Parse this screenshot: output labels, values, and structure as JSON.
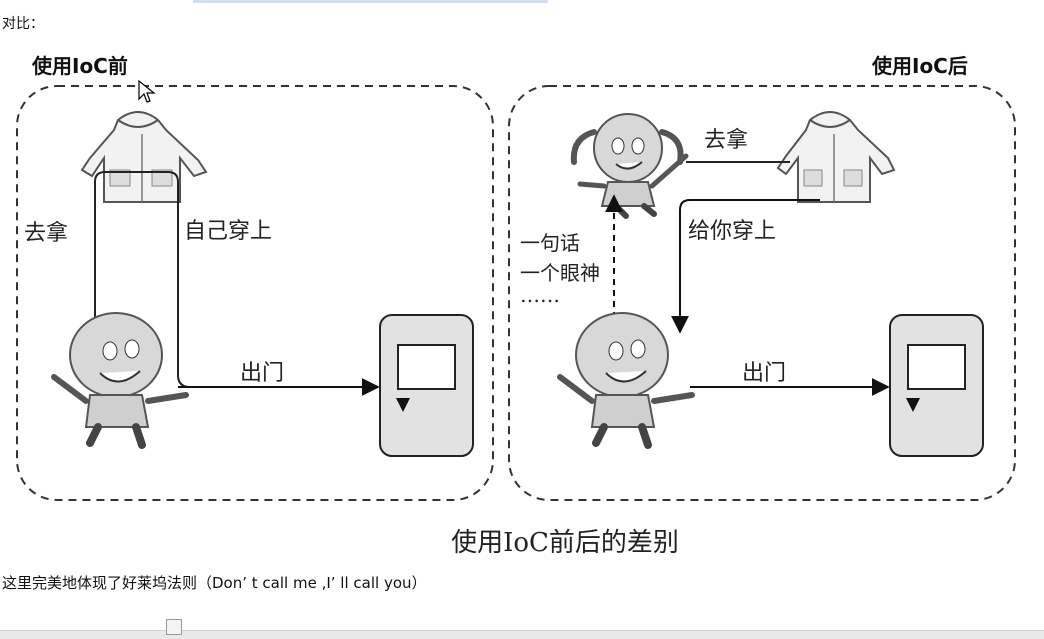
{
  "intro": "对比：",
  "left_panel": {
    "title": "使用IoC前",
    "fetch_label": "去拿",
    "wear_label": "自己穿上",
    "exit_label": "出门"
  },
  "right_panel": {
    "title": "使用IoC后",
    "fetch_label": "去拿",
    "wear_label": "给你穿上",
    "signal_lines": [
      "一句话",
      "一个眼神",
      "……"
    ],
    "exit_label": "出门"
  },
  "caption": "使用IoC前后的差别",
  "note": "这里完美地体现了好莱坞法则（Don’ t call me ,I’ ll call you）",
  "colors": {
    "door_fill": "#e2e2e2",
    "line": "#222222",
    "figure_fill": "#d8d8d8"
  }
}
